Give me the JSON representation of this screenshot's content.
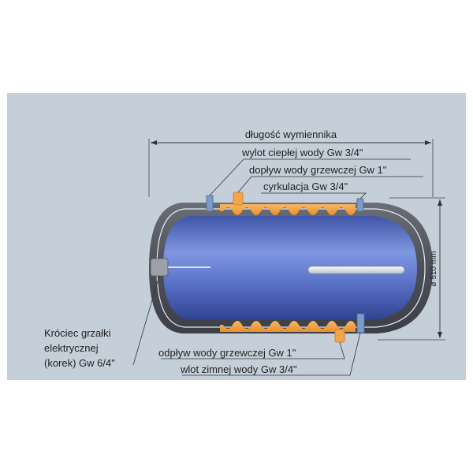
{
  "colors": {
    "background": "#c5cfd9",
    "tank_shell": "#555961",
    "tank_body": "#5a73c9",
    "heating_coil": "#f2a54b",
    "port": "#7c9bc6",
    "line": "#333333"
  },
  "labels": {
    "length": "długość wymiennika",
    "hot_water_outlet": "wylot ciepłej wody Gw 3/4\"",
    "heating_water_inlet": "dopływ wody grzewczej Gw 1\"",
    "circulation": "cyrkulacja Gw 3/4\"",
    "heating_water_outlet": "odpływ wody grzewczej Gw 1\"",
    "cold_water_inlet": "wlot zimnej wody Gw 3/4\"",
    "heater_socket_line1": "Króciec grzałki",
    "heater_socket_line2": "elektrycznej",
    "heater_socket_line3": "(korek) Gw 6/4\"",
    "diameter": "ø 510 mm"
  }
}
